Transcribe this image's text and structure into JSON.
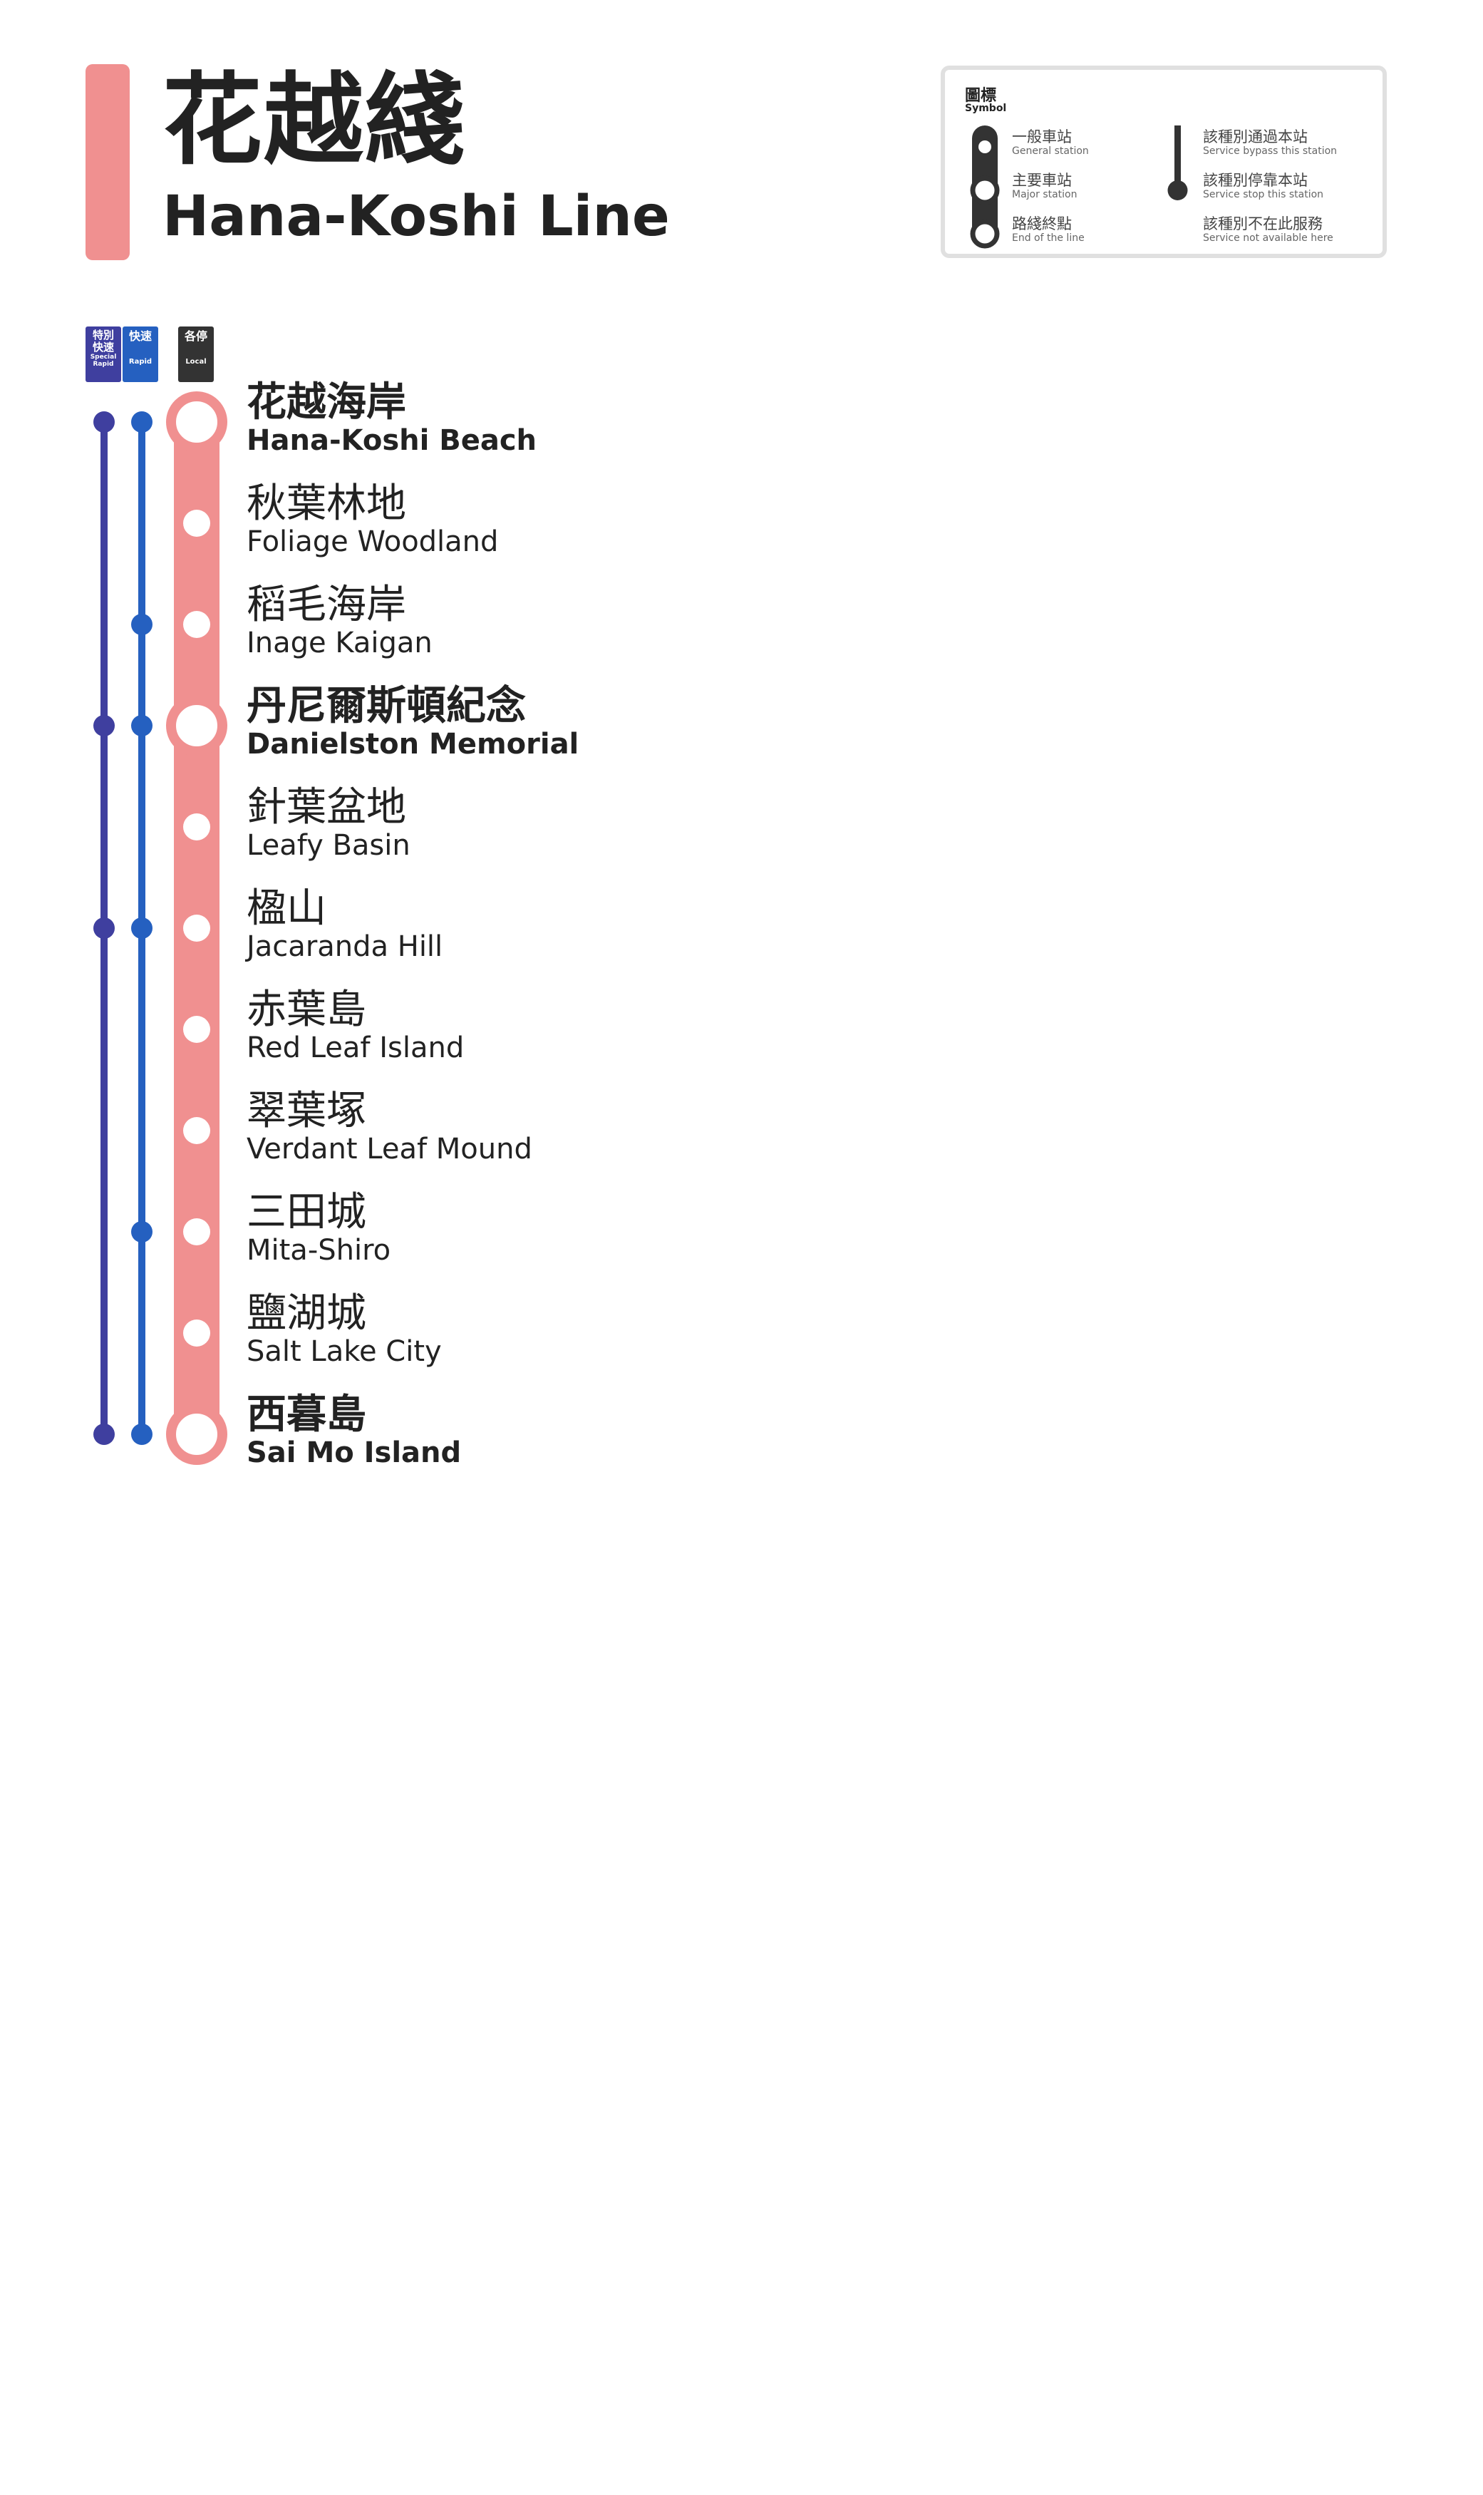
{
  "line": {
    "name_zh": "花越綫",
    "name_en": "Hana-Koshi Line",
    "color": "#f09090"
  },
  "legend": {
    "title_zh": "圖標",
    "title_en": "Symbol",
    "items": [
      {
        "zh": "一般車站",
        "en": "General station",
        "icon": "general-station-icon"
      },
      {
        "zh": "主要車站",
        "en": "Major station",
        "icon": "major-station-icon"
      },
      {
        "zh": "路綫終點",
        "en": "End of the line",
        "icon": "terminus-icon"
      },
      {
        "zh": "該種別通過本站",
        "en": "Service bypass this station",
        "icon": "service-bypass-icon"
      },
      {
        "zh": "該種別停靠本站",
        "en": "Service stop this station",
        "icon": "service-stop-icon"
      },
      {
        "zh": "該種別不在此服務",
        "en": "Service not available here",
        "icon": "service-unavailable-icon"
      }
    ]
  },
  "services": [
    {
      "zh": "特別\n快速",
      "en": "Special\nRapid",
      "color": "#3f3f9f"
    },
    {
      "zh": "快速",
      "en": "Rapid",
      "color": "#2560c0"
    },
    {
      "zh": "各停",
      "en": "Local",
      "color": "#333333"
    }
  ],
  "stations": [
    {
      "zh": "花越海岸",
      "en": "Hana-Koshi Beach",
      "type": "terminus",
      "special_rapid": true,
      "rapid": true
    },
    {
      "zh": "秋葉林地",
      "en": "Foliage Woodland",
      "type": "general",
      "special_rapid": false,
      "rapid": false
    },
    {
      "zh": "稻毛海岸",
      "en": "Inage Kaigan",
      "type": "general",
      "special_rapid": false,
      "rapid": true
    },
    {
      "zh": "丹尼爾斯頓紀念",
      "en": "Danielston Memorial",
      "type": "major",
      "special_rapid": true,
      "rapid": true
    },
    {
      "zh": "針葉盆地",
      "en": "Leafy Basin",
      "type": "general",
      "special_rapid": false,
      "rapid": false
    },
    {
      "zh": "楹山",
      "en": "Jacaranda Hill",
      "type": "general",
      "special_rapid": true,
      "rapid": true
    },
    {
      "zh": "赤葉島",
      "en": "Red Leaf Island",
      "type": "general",
      "special_rapid": false,
      "rapid": false
    },
    {
      "zh": "翠葉塚",
      "en": "Verdant Leaf Mound",
      "type": "general",
      "special_rapid": false,
      "rapid": false
    },
    {
      "zh": "三田城",
      "en": "Mita-Shiro",
      "type": "general",
      "special_rapid": false,
      "rapid": true
    },
    {
      "zh": "鹽湖城",
      "en": "Salt Lake City",
      "type": "general",
      "special_rapid": false,
      "rapid": false
    },
    {
      "zh": "西暮島",
      "en": "Sai Mo Island",
      "type": "terminus",
      "special_rapid": true,
      "rapid": true
    }
  ]
}
